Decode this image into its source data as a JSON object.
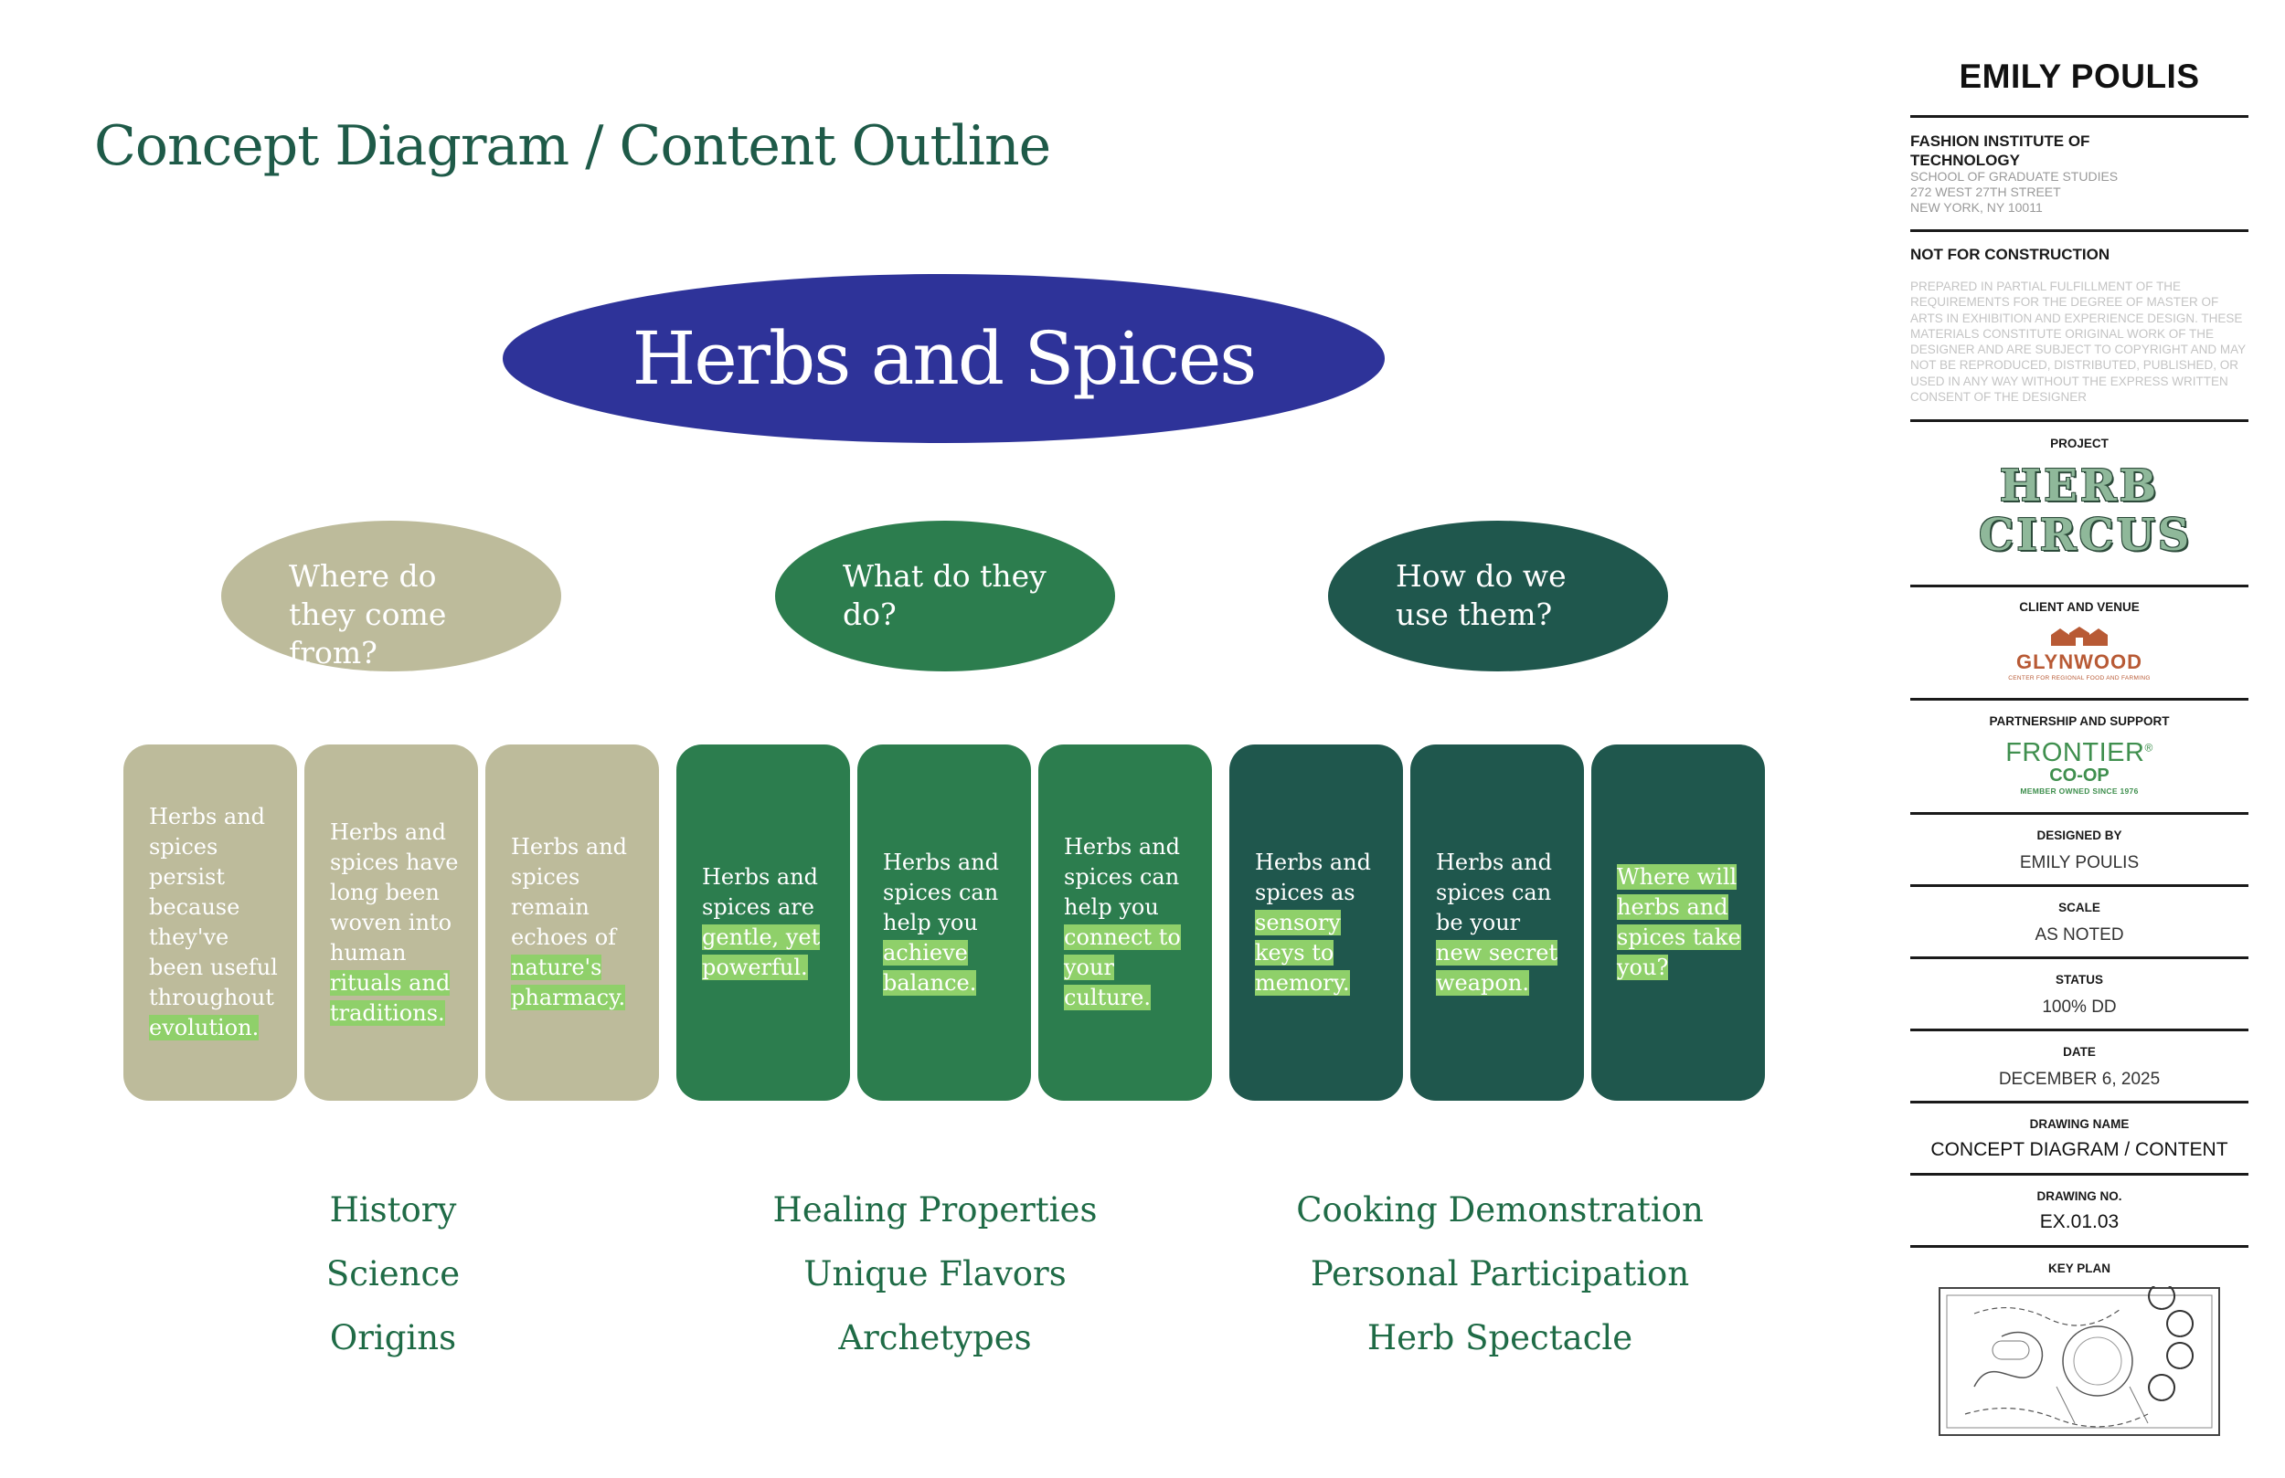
{
  "page_title": "Concept Diagram / Content Outline",
  "main_topic": "Herbs and Spices",
  "questions": [
    {
      "text": "Where do they come from?",
      "color": "#bdbb9b"
    },
    {
      "text": "What do they do?",
      "color": "#2c7d4e"
    },
    {
      "text": "How do we use them?",
      "color": "#1f574d"
    }
  ],
  "cards": [
    {
      "plain": "Herbs and spices persist because they've been useful throughout ",
      "highlight": "evolution."
    },
    {
      "plain": "Herbs and spices have long been woven into human ",
      "highlight": "rituals and traditions."
    },
    {
      "plain": "Herbs and spices remain echoes of ",
      "highlight": "nature's pharmacy."
    },
    {
      "plain": "Herbs and spices are ",
      "highlight": "gentle, yet powerful."
    },
    {
      "plain": "Herbs and spices can help you ",
      "highlight": "achieve balance."
    },
    {
      "plain": "Herbs and spices can help you ",
      "highlight": "connect to your culture."
    },
    {
      "plain": "Herbs and spices as ",
      "highlight": "sensory keys to memory."
    },
    {
      "plain": "Herbs and spices can be your ",
      "highlight": "new secret weapon."
    },
    {
      "plain": "",
      "highlight": "Where will herbs and spices take you?"
    }
  ],
  "topics": [
    [
      "History",
      "Science",
      "Origins"
    ],
    [
      "Healing Properties",
      "Unique Flavors",
      "Archetypes"
    ],
    [
      "Cooking Demonstration",
      "Personal Participation",
      "Herb Spectacle"
    ]
  ],
  "colors": {
    "main_oval": "#2e3399",
    "tan": "#bdbb9b",
    "green": "#2c7d4e",
    "dark_green": "#1f574d",
    "highlight": "#8fd06a",
    "title": "#1e5a48"
  },
  "sidebar": {
    "designer": "EMILY POULIS",
    "institution": "FASHION INSTITUTE OF TECHNOLOGY",
    "address": [
      "SCHOOL OF GRADUATE STUDIES",
      "272 WEST 27TH STREET",
      "NEW YORK, NY 10011"
    ],
    "notice": "NOT FOR CONSTRUCTION",
    "legal": "PREPARED IN PARTIAL FULFILLMENT OF THE REQUIREMENTS FOR THE DEGREE OF MASTER OF ARTS IN EXHIBITION AND EXPERIENCE DESIGN. THESE MATERIALS CONSTITUTE ORIGINAL WORK OF THE DESIGNER AND ARE SUBJECT TO COPYRIGHT AND MAY NOT BE REPRODUCED, DISTRIBUTED, PUBLISHED, OR USED IN ANY WAY WITHOUT THE EXPRESS WRITTEN CONSENT OF THE DESIGNER",
    "project_label": "PROJECT",
    "project_logo": [
      "HERB",
      "CIRCUS"
    ],
    "client_label": "CLIENT AND VENUE",
    "client_name": "GLYNWOOD",
    "client_tagline": "CENTER FOR REGIONAL FOOD AND FARMING",
    "partner_label": "PARTNERSHIP AND SUPPORT",
    "partner_name": "FRONTIER",
    "partner_mark": "®",
    "partner_sub": "CO-OP",
    "partner_tagline": "MEMBER OWNED SINCE 1976",
    "designed_by_label": "DESIGNED BY",
    "designed_by": "EMILY POULIS",
    "scale_label": "SCALE",
    "scale": "AS NOTED",
    "status_label": "STATUS",
    "status": "100% DD",
    "date_label": "DATE",
    "date": "DECEMBER 6, 2025",
    "drawing_name_label": "DRAWING NAME",
    "drawing_name": "CONCEPT DIAGRAM / CONTENT",
    "drawing_no_label": "DRAWING NO.",
    "drawing_no": "EX.01.03",
    "key_plan_label": "KEY PLAN"
  }
}
